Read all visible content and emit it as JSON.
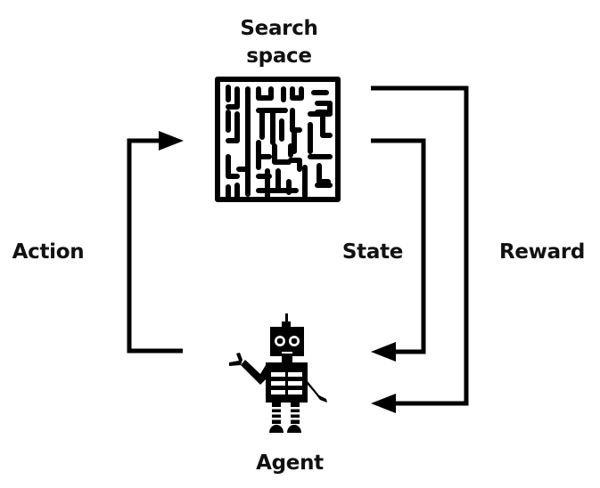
{
  "diagram": {
    "nodes": {
      "environment": {
        "label": "Search space",
        "icon": "maze-icon"
      },
      "agent": {
        "label": "Agent",
        "icon": "robot-icon"
      }
    },
    "edges": {
      "action": {
        "label": "Action",
        "from": "agent",
        "to": "environment"
      },
      "state": {
        "label": "State",
        "from": "environment",
        "to": "agent"
      },
      "reward": {
        "label": "Reward",
        "from": "environment",
        "to": "agent"
      }
    }
  },
  "colors": {
    "stroke": "#000000",
    "text": "#111111",
    "background": "#ffffff"
  }
}
